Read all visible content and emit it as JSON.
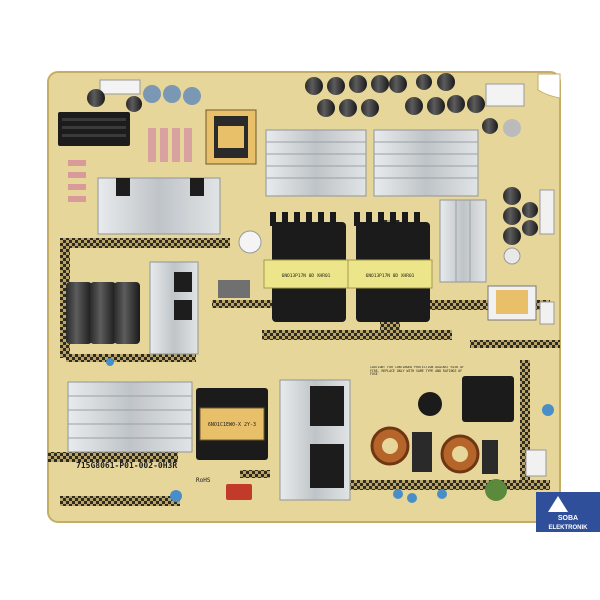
{
  "board": {
    "part_number": "715G8061-P01-002-0H3R",
    "rohs_mark": "RoHS",
    "transformer_label": "6NO1C1EW0-X 2Y-3",
    "heatsink_label_1": "6NO13P17N 0D XHR01",
    "heatsink_label_2": "6NO13P17N 0D XHR01",
    "caution_text": "CAUTION: FOR CONTINUED PROTECTION AGAINST RISK OF FIRE, REPLACE ONLY WITH SAME TYPE AND RATINGS OF FUSE"
  },
  "watermark": {
    "brand_line_1": "SOBA",
    "brand_line_2": "ELEKTRONIK"
  },
  "colors": {
    "pcb": "#e7d69a",
    "pcb_dark": "#cdb772",
    "heatsink": "#cfd3d6",
    "watermark_bg": "#2f4f9a"
  }
}
